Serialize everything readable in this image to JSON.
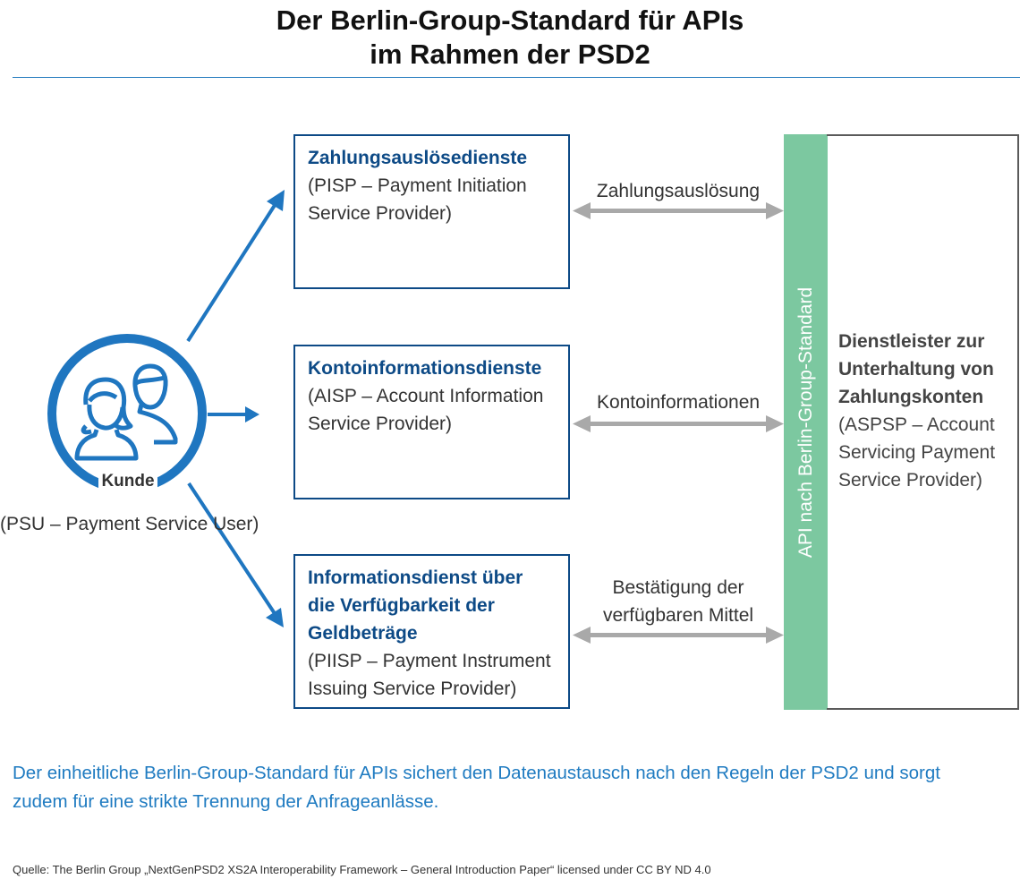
{
  "title": {
    "line1": "Der Berlin-Group-Standard für APIs",
    "line2": "im Rahmen der PSD2"
  },
  "customer": {
    "label": "Kunde",
    "subtitle": "(PSU – Payment Service User)",
    "icon": "people-icon"
  },
  "services": [
    {
      "name_lines": [
        "Zahlungsauslösedienste"
      ],
      "desc_lines": [
        "(PISP – Payment Initiation",
        "Service Provider)"
      ]
    },
    {
      "name_lines": [
        "Kontoinformationsdienste"
      ],
      "desc_lines": [
        "(AISP – Account Information",
        "Service Provider)"
      ]
    },
    {
      "name_lines": [
        "Informationsdienst über",
        "die Verfügbarkeit der",
        "Geldbeträge"
      ],
      "desc_lines": [
        "(PIISP – Payment Instrument",
        "Issuing Service Provider)"
      ]
    }
  ],
  "flows": [
    {
      "lines": [
        "Zahlungsauslösung"
      ]
    },
    {
      "lines": [
        "Kontoinformationen"
      ]
    },
    {
      "lines": [
        "Bestätigung der",
        "verfügbaren Mittel"
      ]
    }
  ],
  "api_bar": {
    "label": "API nach Berlin-Group-Standard"
  },
  "aspsp": {
    "name_lines": [
      "Dienstleister zur",
      "Unterhaltung von",
      "Zahlungskonten"
    ],
    "desc_lines": [
      "(ASPSP – Account",
      "Servicing Payment",
      "Service Provider)"
    ]
  },
  "caption": {
    "line1": "Der einheitliche Berlin-Group-Standard für APIs sichert den Datenaustausch nach den Regeln der PSD2 und sorgt",
    "line2": "zudem für eine strikte Trennung der Anfrageanlässe."
  },
  "source": "Quelle: The Berlin Group „NextGenPSD2 XS2A Interoperability Framework – General Introduction Paper“ licensed under CC BY ND 4.0",
  "colors": {
    "title_rule": "#2a7fc0",
    "box_border": "#0d4a86",
    "service_name": "#0d4a86",
    "customer_arrow": "#1f76c0",
    "flow_arrow": "#a9a9a9",
    "api_bar": "#7cc8a0",
    "caption": "#1f7bc1"
  }
}
